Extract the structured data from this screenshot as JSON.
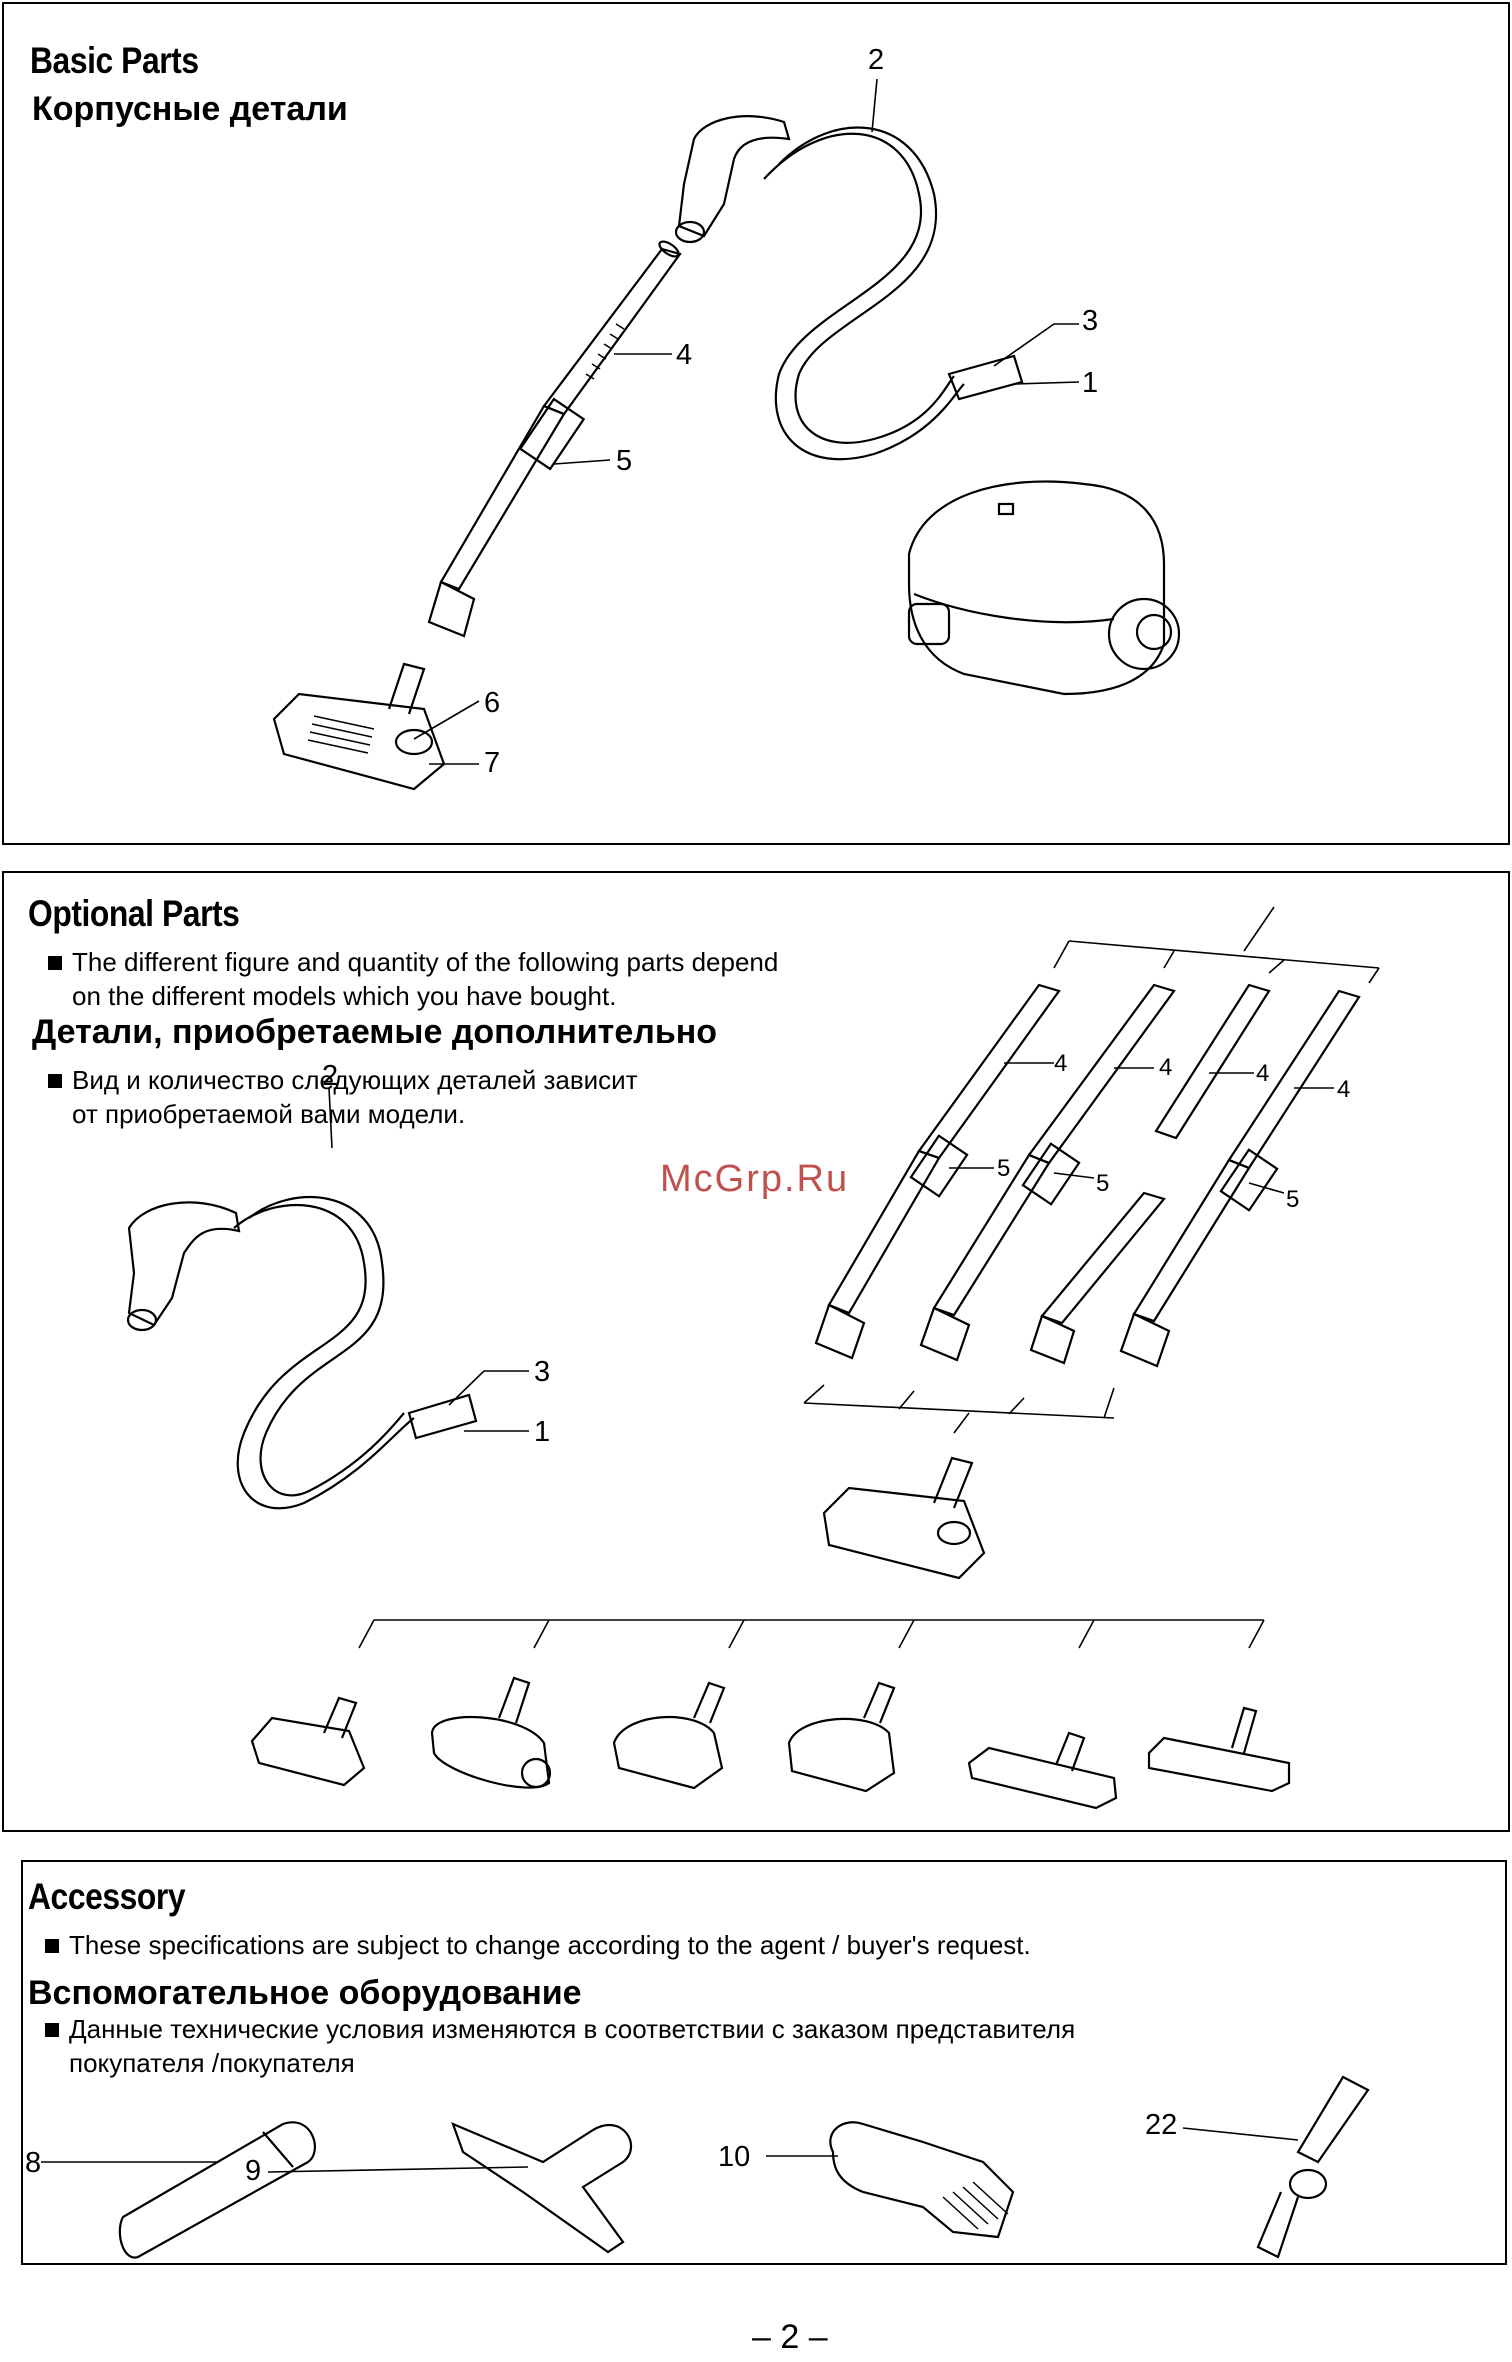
{
  "basic_parts": {
    "title_en": "Basic Parts",
    "title_ru": "Корпусные детали",
    "callouts": [
      "2",
      "3",
      "1",
      "4",
      "5",
      "6",
      "7"
    ]
  },
  "optional_parts": {
    "title_en": "Optional Parts",
    "note_en_line1": "The different figure and quantity of the following parts depend",
    "note_en_line2": "on the different models which you have bought.",
    "title_ru": "Детали, приобретаемые дополнительно",
    "note_ru_line1": "Вид и количество следующих деталей зависит",
    "note_ru_line2": "от приобретаемой вами модели.",
    "hose_callouts": [
      "2",
      "3",
      "1"
    ],
    "pipe_callouts": [
      "4",
      "4",
      "4",
      "4",
      "5",
      "5",
      "5"
    ]
  },
  "watermark": "McGrp.Ru",
  "accessory": {
    "title_en": "Accessory",
    "note_en": "These specifications are subject to change according to the agent / buyer's request.",
    "title_ru": "Вспомогательное оборудование",
    "note_ru_line1": "Данные технические условия изменяются в соответствии с заказом представителя",
    "note_ru_line2": "покупателя /покупателя",
    "callouts": [
      "8",
      "9",
      "10",
      "22"
    ]
  },
  "page_number": "– 2 –",
  "colors": {
    "line": "#000000",
    "watermark": "#c0504d"
  }
}
